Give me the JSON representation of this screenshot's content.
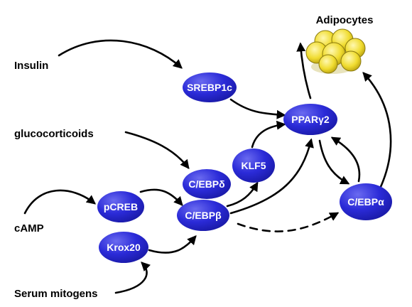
{
  "title": "Adipocytes",
  "inputs": {
    "insulin": "Insulin",
    "glucocorticoids": "glucocorticoids",
    "camp": "cAMP",
    "serum": "Serum mitogens"
  },
  "nodes": {
    "srebp1c": "SREBP1c",
    "ppar": "PPARγ2",
    "klf5": "KLF5",
    "cebpd": "C/EBPδ",
    "cebpb": "C/EBPβ",
    "pcreb": "pCREB",
    "krox20": "Krox20",
    "cebpa": "C/EBPα"
  },
  "colors": {
    "node_fill": "#2b2bd8",
    "node_highlight": "#6a6af0",
    "cell_fill": "#f0dc30",
    "arrow": "#000000"
  }
}
